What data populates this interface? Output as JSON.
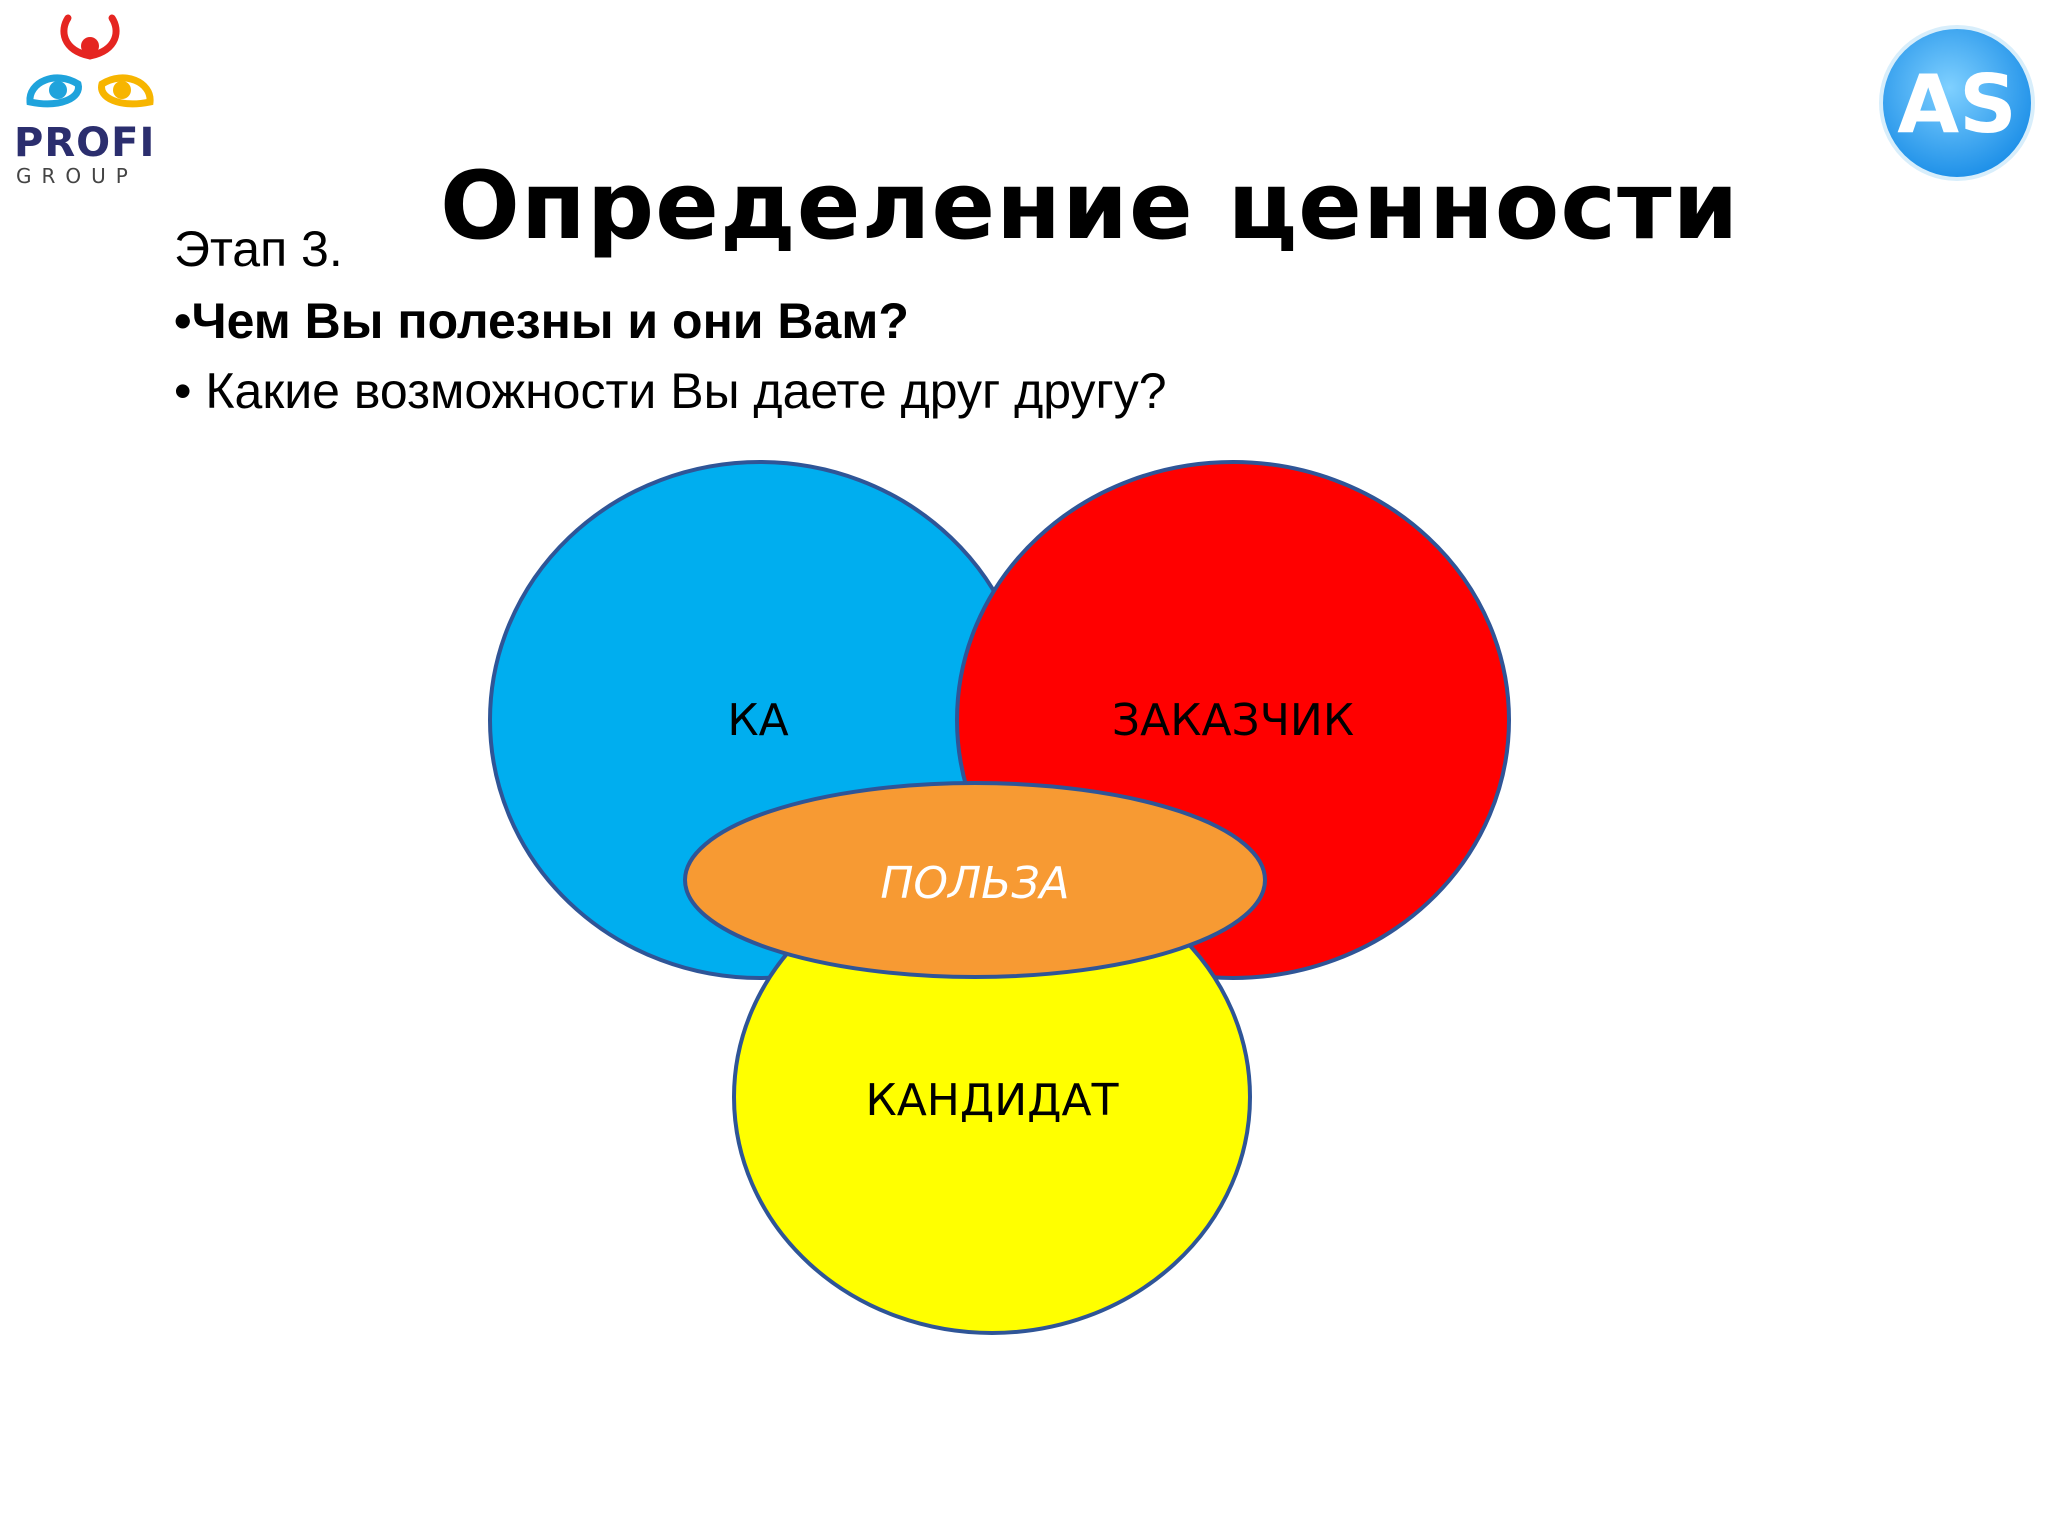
{
  "logos": {
    "left": {
      "name": "PROFI",
      "sub": "GROUP"
    },
    "right": {
      "name": "AS"
    }
  },
  "title": "Определение ценности",
  "stage": "Этап 3.",
  "bullets": [
    "•Чем Вы полезны и они Вам?",
    "• Какие возможности Вы даете друг другу?"
  ],
  "diagram": {
    "circles": {
      "ka": {
        "label": "КА",
        "color": "#00AEEF"
      },
      "customer": {
        "label": "ЗАКАЗЧИК",
        "color": "#FF0000"
      },
      "candidate": {
        "label": "КАНДИДАТ",
        "color": "#FFFF00"
      }
    },
    "center": {
      "label": "ПОЛЬЗА",
      "color": "#F79A33",
      "label_color": "#FFFFFF"
    },
    "outline_color": "#2F5597"
  }
}
